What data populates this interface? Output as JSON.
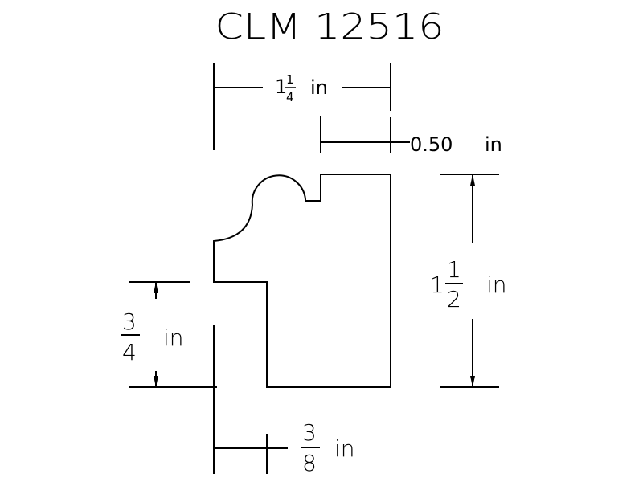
{
  "title": "CLM 12516",
  "dimensions": {
    "width": {
      "whole": "1",
      "num": "1",
      "den": "4",
      "unit": "in"
    },
    "offset": {
      "value": "0.50",
      "unit": "in"
    },
    "height": {
      "whole": "1",
      "num": "1",
      "den": "2",
      "unit": "in"
    },
    "lower_height": {
      "num": "3",
      "den": "4",
      "unit": "in"
    },
    "lower_width": {
      "num": "3",
      "den": "8",
      "unit": "in"
    }
  }
}
